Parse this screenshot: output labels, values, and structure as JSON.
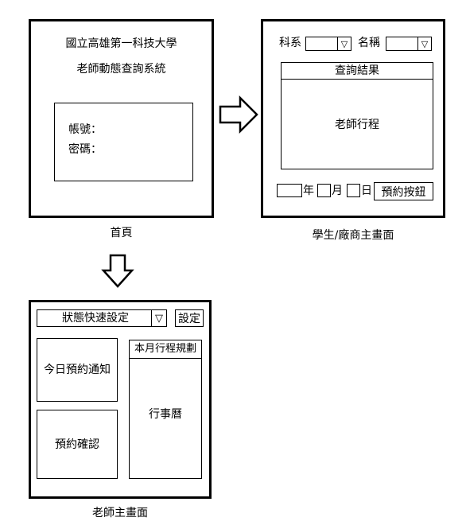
{
  "home": {
    "school": "國立高雄第一科技大學",
    "system": "老師動態查詢系統",
    "account_label": "帳號：",
    "password_label": "密碼：",
    "caption": "首頁"
  },
  "student": {
    "dept_label": "科系",
    "name_label": "名稱",
    "dropdown_arrow": "▽",
    "results_header": "查詢結果",
    "results_body": "老師行程",
    "year_label": "年",
    "month_label": "月",
    "day_label": "日",
    "book_button": "預約按鈕",
    "caption": "學生/廠商主畫面"
  },
  "teacher": {
    "status_select": "狀態快速設定",
    "dropdown_arrow": "▽",
    "settings_button": "設定",
    "today_notice": "今日預約通知",
    "confirm": "預約確認",
    "plan_header": "本月行程規劃",
    "calendar": "行事曆",
    "caption": "老師主畫面"
  },
  "icons": {
    "right_arrow": "outline-right-arrow-icon",
    "down_arrow": "outline-down-arrow-icon"
  }
}
